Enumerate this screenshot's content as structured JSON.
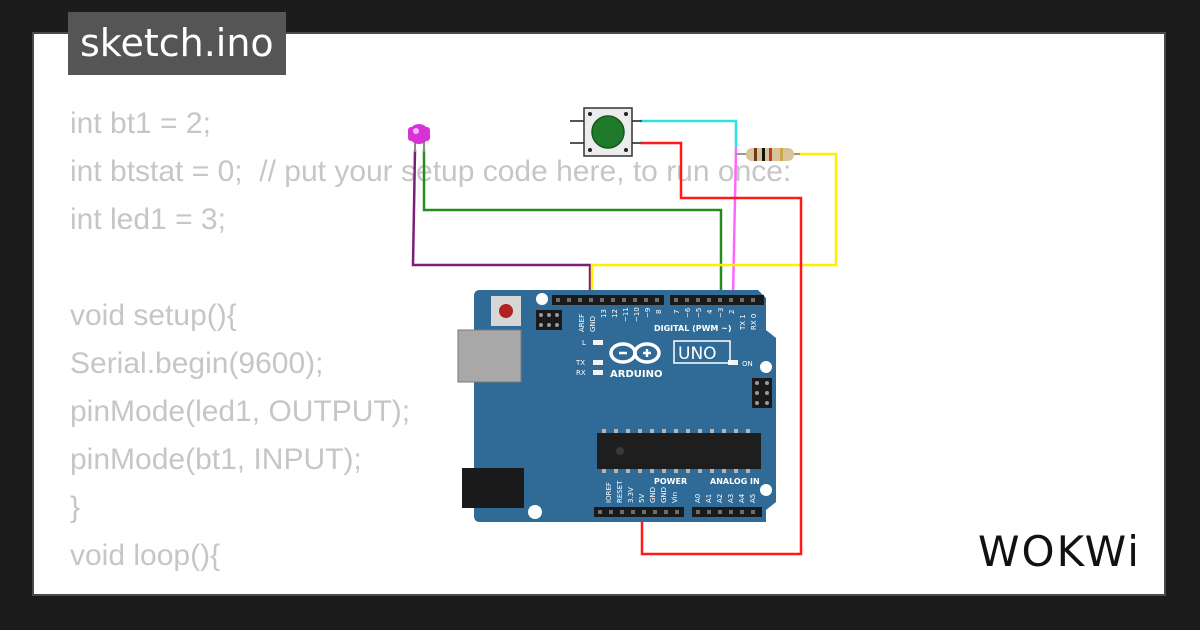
{
  "header": {
    "filename": "sketch.ino"
  },
  "code_lines": [
    "int bt1 = 2;",
    "int btstat = 0;  // put your setup code here, to run once:",
    "int led1 = 3;",
    "",
    "void setup(){",
    "Serial.begin(9600);",
    "pinMode(led1, OUTPUT);",
    "pinMode(bt1, INPUT);",
    "}",
    "void loop(){"
  ],
  "board": {
    "model_label": "UNO",
    "brand_label": "ARDUINO",
    "digital_header_label": "DIGITAL (PWM ~)",
    "power_header_label": "POWER",
    "analog_header_label": "ANALOG IN",
    "on_label": "ON",
    "l_label": "L",
    "tx_label": "TX",
    "rx_label": "RX",
    "top_pins": [
      "AREF",
      "GND",
      "13",
      "12",
      "~11",
      "~10",
      "~9",
      "8",
      "7",
      "~6",
      "~5",
      "4",
      "~3",
      "2",
      "TX 1",
      "RX 0"
    ],
    "power_pins": [
      "IOREF",
      "RESET",
      "3.3V",
      "5V",
      "GND",
      "GND",
      "Vin"
    ],
    "analog_pins": [
      "A0",
      "A1",
      "A2",
      "A3",
      "A4",
      "A5"
    ]
  },
  "wires": {
    "led_anode": "#2b8a1f",
    "led_cathode": "#7a1f7a",
    "button_signal": "#ff66ff",
    "button_top": "#2fe0e8",
    "power_5v": "#ff1a1a",
    "resistor_gnd": "#ffee00"
  },
  "colors": {
    "background": "#1c1c1c",
    "board": "#2f6b96",
    "code_text": "#c6c6c6",
    "tab_background": "#555555",
    "led": "#d633d6",
    "button_cap": "#1f7a2c"
  },
  "logo": {
    "text": "WOKWi"
  }
}
